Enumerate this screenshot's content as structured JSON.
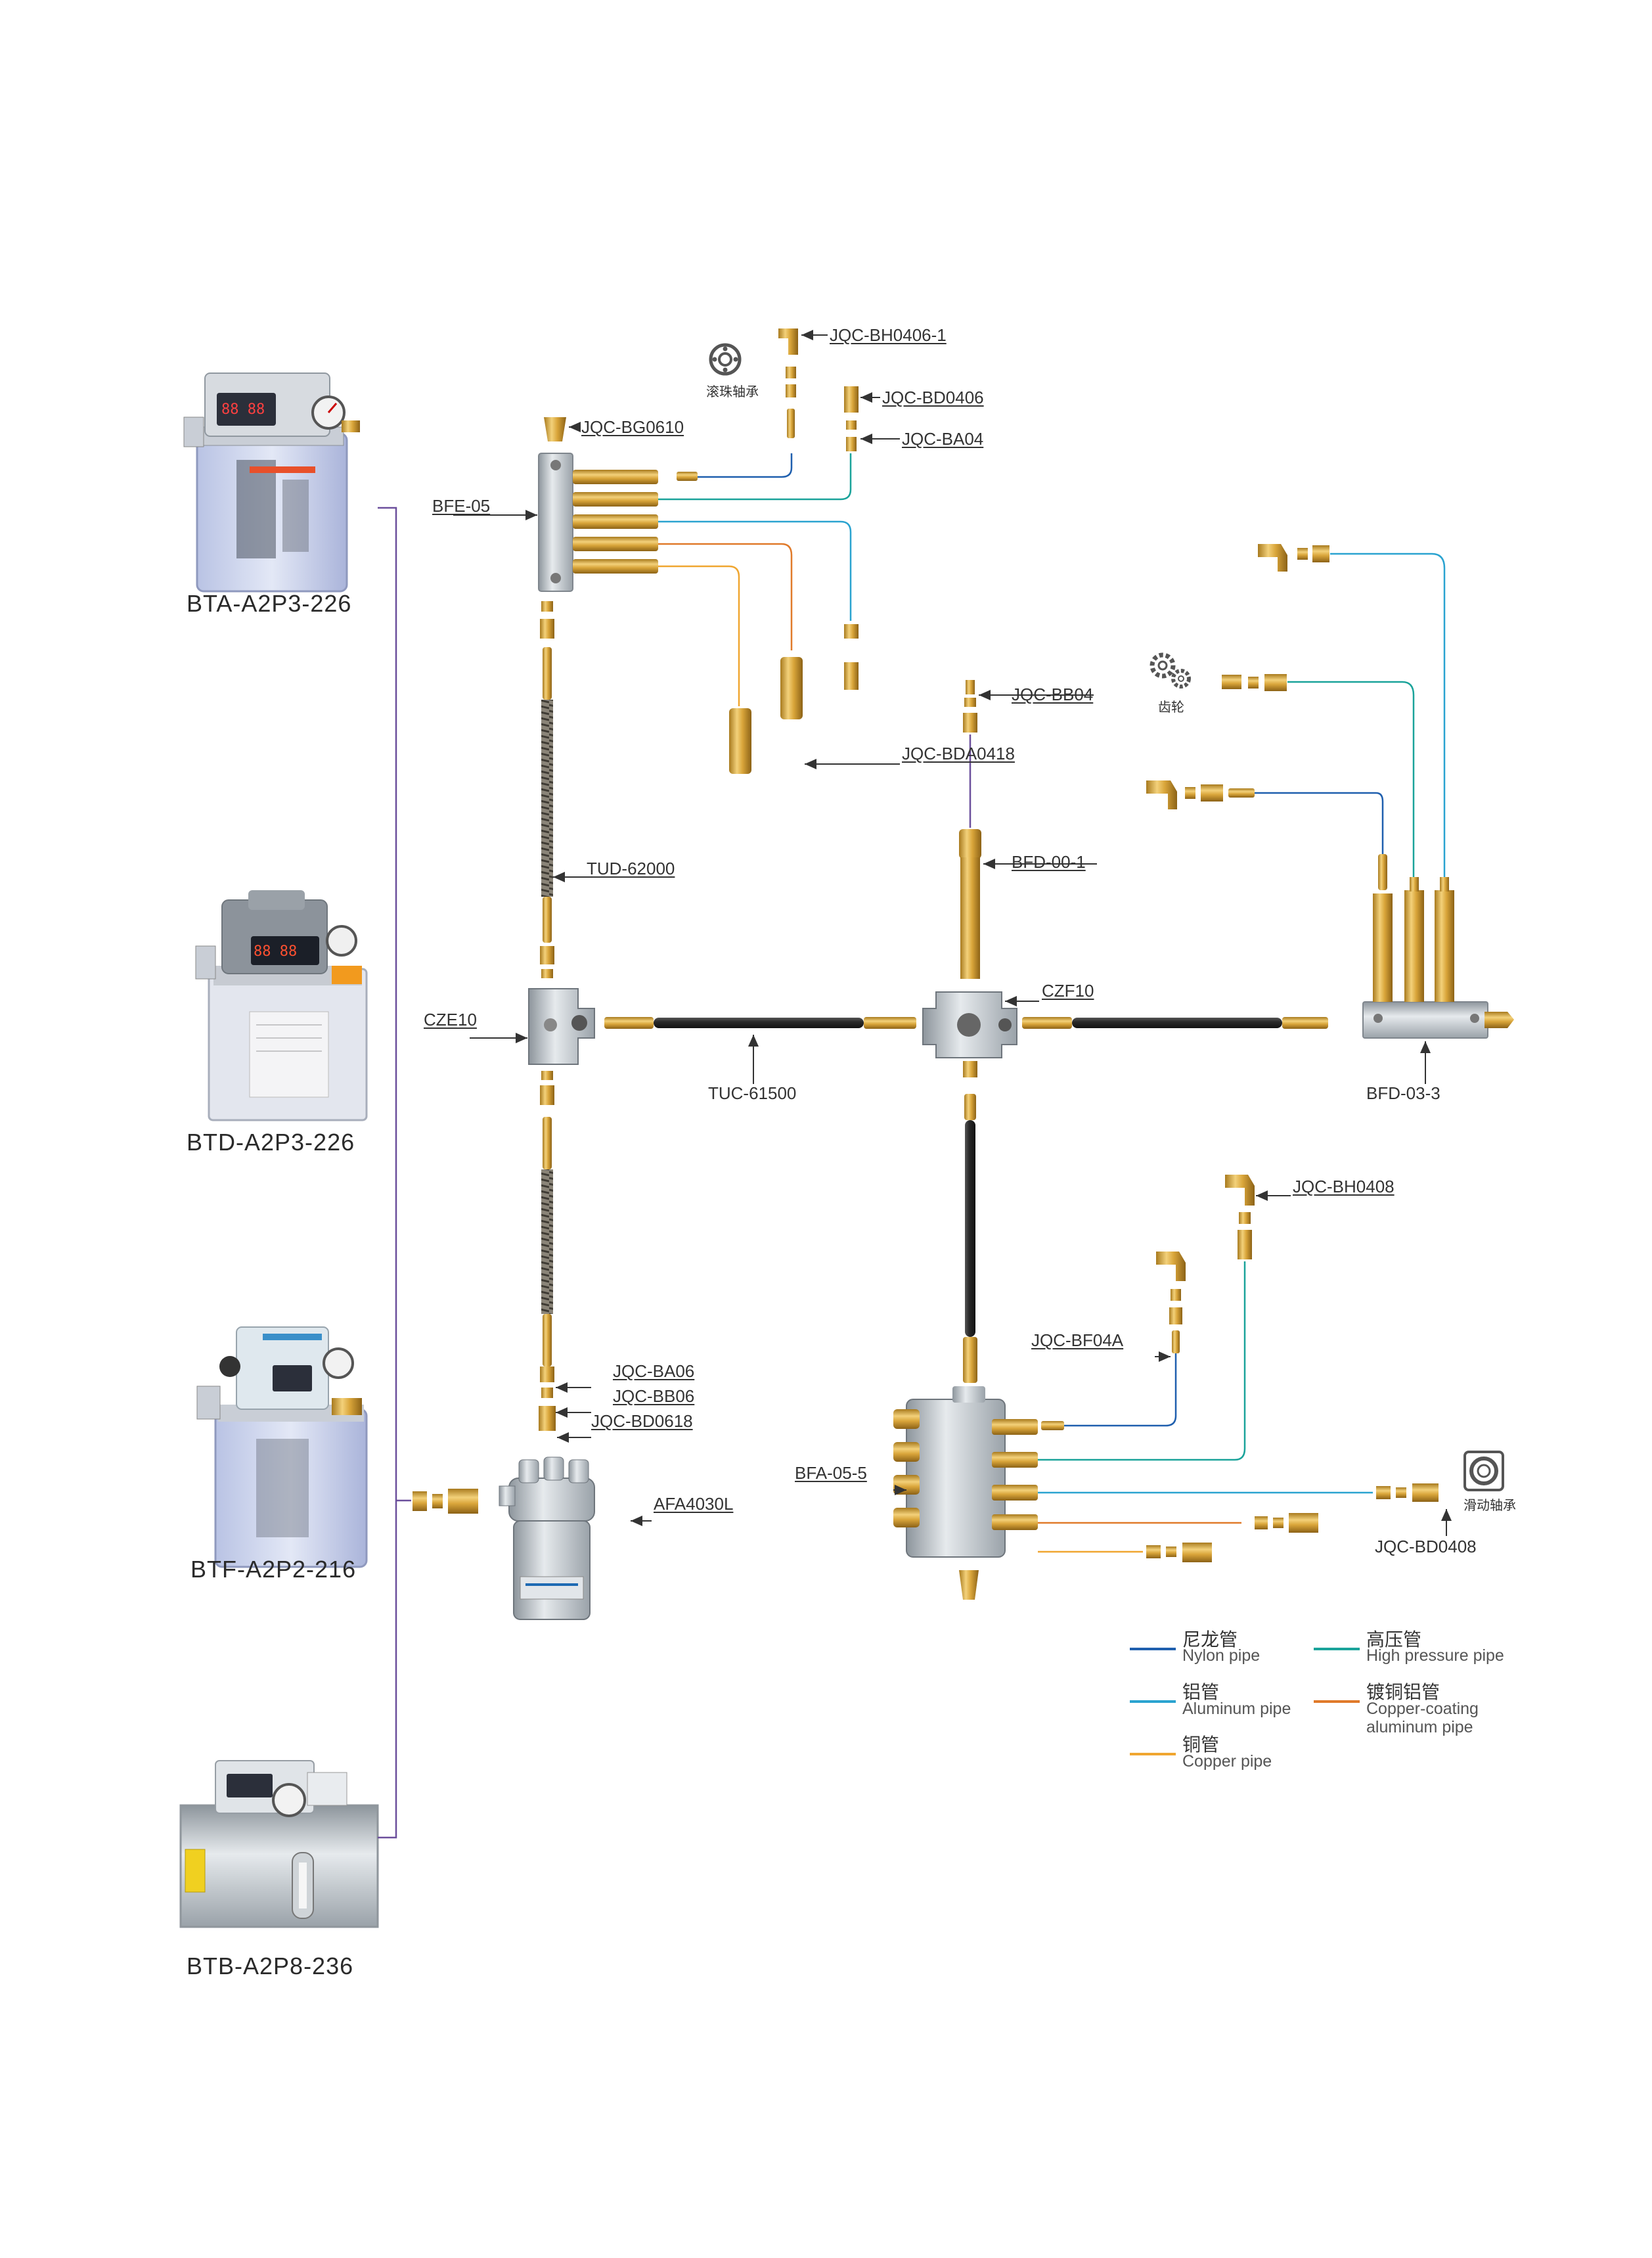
{
  "pumps": [
    {
      "id": "bta",
      "label": "BTA-A2P3-226"
    },
    {
      "id": "btd",
      "label": "BTD-A2P3-226"
    },
    {
      "id": "btf",
      "label": "BTF-A2P2-216"
    },
    {
      "id": "btb",
      "label": "BTB-A2P8-236"
    }
  ],
  "parts": {
    "jqc_bh0406_1": "JQC-BH0406-1",
    "jqc_bd0406": "JQC-BD0406",
    "jqc_ba04": "JQC-BA04",
    "jqc_bg0610": "JQC-BG0610",
    "bfe_05": "BFE-05",
    "jqc_bda0418": "JQC-BDA0418",
    "jqc_bb04": "JQC-BB04",
    "bfd_00_1": "BFD-00-1",
    "tud_62000": "TUD-62000",
    "cze10": "CZE10",
    "czf10": "CZF10",
    "tuc_61500": "TUC-61500",
    "bfd_03_3": "BFD-03-3",
    "jqc_bh0408": "JQC-BH0408",
    "jqc_bf04a": "JQC-BF04A",
    "jqc_ba06": "JQC-BA06",
    "jqc_bb06": "JQC-BB06",
    "jqc_bd0618": "JQC-BD0618",
    "afa4030l": "AFA4030L",
    "bfa_05_5": "BFA-05-5",
    "jqc_bd0408": "JQC-BD0408"
  },
  "icons": {
    "ball_bearing": "滚珠轴承",
    "gear": "齿轮",
    "sliding_bearing": "滑动轴承"
  },
  "legend": [
    {
      "cn": "尼龙管",
      "en": "Nylon pipe",
      "color": "#1f5fae"
    },
    {
      "cn": "高压管",
      "en": "High pressure pipe",
      "color": "#1aa39a"
    },
    {
      "cn": "铝管",
      "en": "Aluminum pipe",
      "color": "#2aa3d0"
    },
    {
      "cn": "镀铜铝管",
      "en": "Copper-coating aluminum pipe",
      "color": "#e07a2a"
    },
    {
      "cn": "铜管",
      "en": "Copper pipe",
      "color": "#f0a630"
    }
  ],
  "colors": {
    "nylon": "#1f5fae",
    "high_pressure": "#1aa39a",
    "aluminum": "#2aa3d0",
    "copper_coating": "#e07a2a",
    "copper": "#f0a630",
    "bracket": "#6b4f9c",
    "brass": "#d9a53a",
    "silver": "#b8bfc6"
  }
}
